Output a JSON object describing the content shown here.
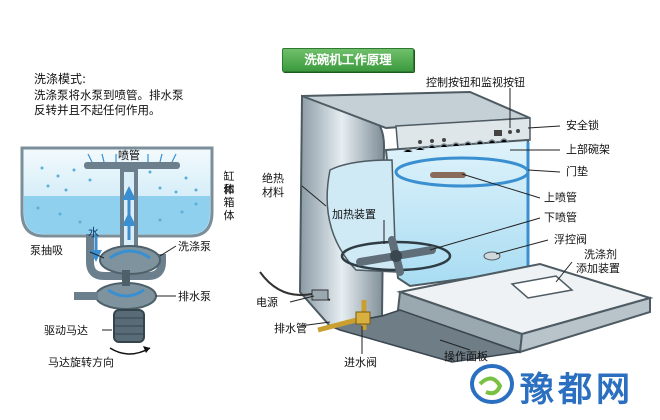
{
  "title": "洗碗机工作原理",
  "wash_mode": {
    "heading": "洗涤模式:",
    "description_line1": "洗涤泵将水泵到喷管。排水泵",
    "description_line2": "反转并且不起任何作用。"
  },
  "left_labels": {
    "spray_pipe": "喷管",
    "tank": [
      "缸体",
      "和",
      "箱体"
    ],
    "water": "水",
    "pump_suction": "泵抽吸",
    "wash_pump": "洗涤泵",
    "drain_pump": "排水泵",
    "drive_motor": "驱动马达",
    "motor_rotation": "马达旋转方向"
  },
  "right_labels": {
    "control_buttons": "控制按钮和监视按钮",
    "safety_lock": "安全锁",
    "upper_rack": "上部碗架",
    "gasket": "门垫",
    "upper_spray": "上喷管",
    "lower_spray": "下喷管",
    "float_valve": "浮控阀",
    "detergent_line1": "洗涤剂",
    "detergent_line2": "添加装置",
    "insulation_line1": "绝热",
    "insulation_line2": "材料",
    "heater": "加热装置",
    "power": "电源",
    "drain_pipe": "排水管",
    "inlet_valve": "进水阀",
    "control_panel": "操作面板"
  },
  "logo": {
    "text": "豫都网"
  },
  "colors": {
    "water": "#8fd0ef",
    "pipe": "#6b7f8c",
    "arrow": "#3a8fd0",
    "title_bg": "#4aaa4a",
    "logo": "#2b6fc0"
  }
}
